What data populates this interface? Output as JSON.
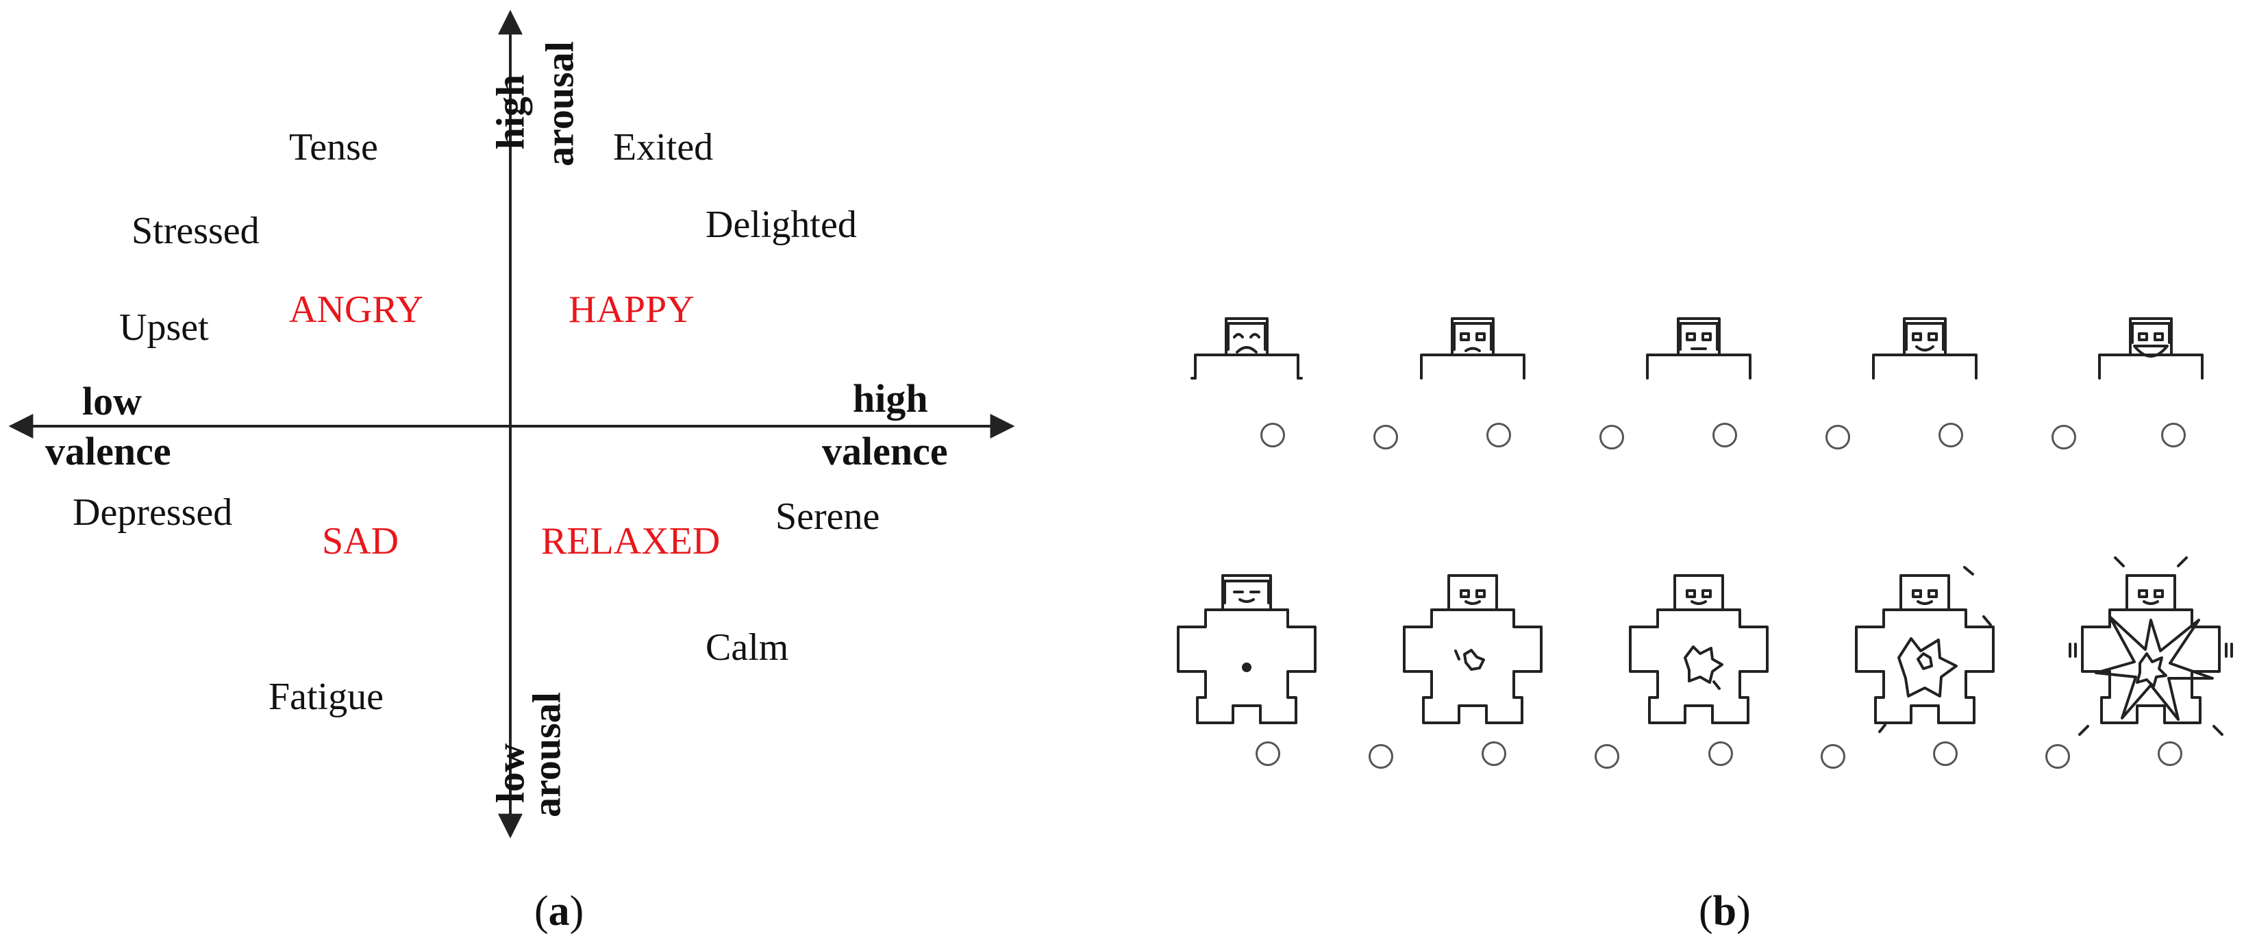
{
  "panel_a": {
    "axis_labels": {
      "high_arousal_1": "high",
      "high_arousal_2": "arousal",
      "low_arousal_1": "low",
      "low_arousal_2": "arousal",
      "low_valence_1": "low",
      "low_valence_2": "valence",
      "high_valence_1": "high",
      "high_valence_2": "valence"
    },
    "states": [
      "Tense",
      "Stressed",
      "Upset",
      "Exited",
      "Delighted",
      "Depressed",
      "Fatigue",
      "Serene",
      "Calm"
    ],
    "quadrants": [
      "ANGRY",
      "HAPPY",
      "SAD",
      "RELAXED"
    ],
    "caption": {
      "open": "(",
      "letter": "a",
      "close": ")"
    }
  },
  "panel_b": {
    "valence_row": {
      "figures": 5,
      "radio_buttons": 9
    },
    "arousal_row": {
      "figures": 5,
      "radio_buttons": 9
    },
    "caption": {
      "open": "(",
      "letter": "b",
      "close": ")"
    }
  },
  "colors": {
    "quadrant": "#e8171c",
    "text": "#111111",
    "line": "#222222"
  }
}
